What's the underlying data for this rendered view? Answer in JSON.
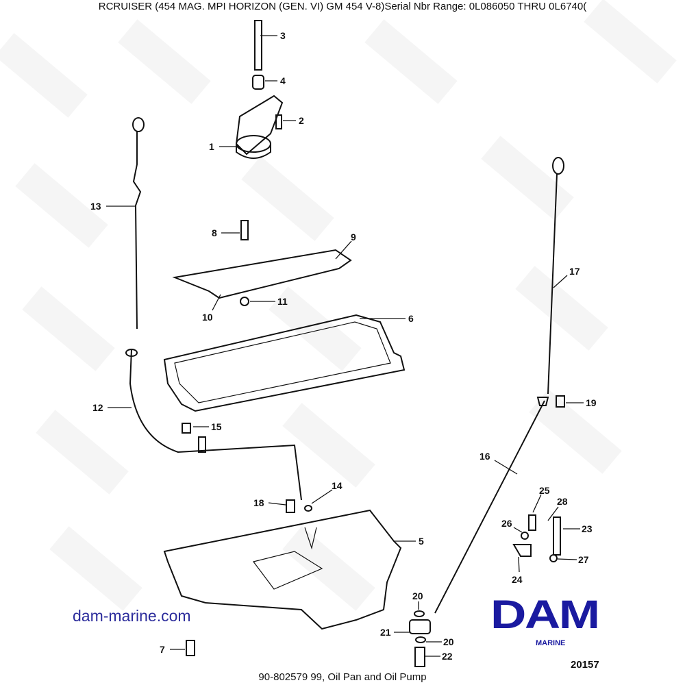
{
  "header": {
    "title": "RCRUISER (454 MAG. MPI HORIZON (GEN. VI)  GM 454 V-8)Serial Nbr Range: 0L086050 THRU 0L6740("
  },
  "footer": {
    "caption": "90-802579 99, Oil Pan and Oil Pump"
  },
  "watermark": {
    "site": "dam-marine.com",
    "logo": "DAM",
    "logo_sub": "MARINE",
    "text": "DAM"
  },
  "diagram": {
    "code": "20157",
    "callouts": [
      "1",
      "2",
      "3",
      "4",
      "5",
      "6",
      "7",
      "8",
      "9",
      "10",
      "11",
      "12",
      "13",
      "14",
      "15",
      "16",
      "17",
      "18",
      "19",
      "20",
      "20",
      "21",
      "22",
      "23",
      "24",
      "25",
      "26",
      "27",
      "28"
    ]
  },
  "colors": {
    "brand": "#1a1aa0",
    "link": "#2c2c9c"
  }
}
